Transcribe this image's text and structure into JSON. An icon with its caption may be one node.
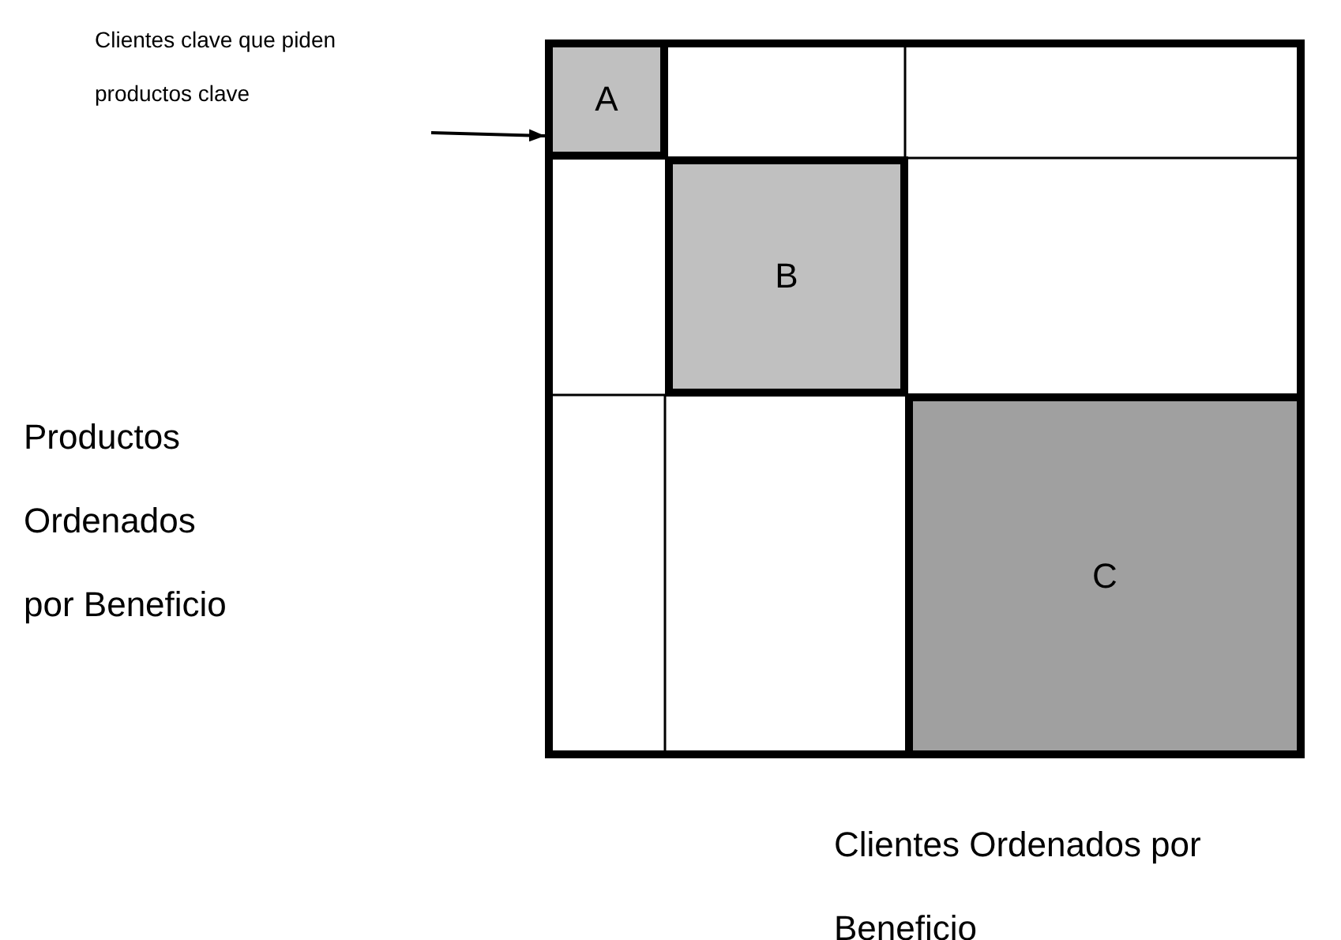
{
  "diagram": {
    "nodes": [
      {
        "text": [
          "Clientes clave que piden productos clave"
        ]
      },
      {
        "text": [
          "A"
        ]
      },
      {
        "text": [
          "B"
        ]
      },
      {
        "text": [
          "C"
        ]
      }
    ],
    "edges": [
      {
        "from": 0,
        "to": 1,
        "arrow": "to"
      }
    ],
    "labels": [
      "Productos Ordenados por Beneficio",
      "Clientes Ordenados por Beneficio"
    ]
  }
}
